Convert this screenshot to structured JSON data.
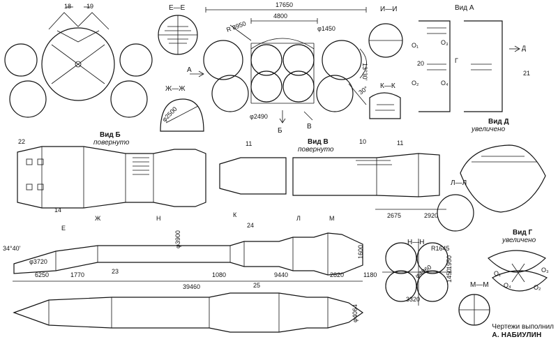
{
  "labels": {
    "top_left_callouts": [
      "18",
      "19"
    ],
    "section_e_e": "Е—Е",
    "section_zh_zh": "Ж—Ж",
    "dia_2500": "φ2500",
    "top_center_dims": {
      "overall_width": "17650",
      "center_width": "4800",
      "r_label": "R 8950",
      "dia_1450": "φ1450",
      "dia_2490": "φ2490",
      "angle_13_30": "13°30'",
      "angle_30": "30°",
      "a_left": "A",
      "b_bottom": "Б",
      "v_bottom": "В"
    },
    "section_i_i": "И—И",
    "section_k_k": "К—К",
    "view_a": "Вид А",
    "view_a_marks": [
      "О₁",
      "О₂",
      "О₃",
      "О₄",
      "Г",
      "Д",
      "20",
      "21"
    ],
    "view_b": "Вид Б",
    "view_b_sub": "повернуто",
    "view_v": "Вид В",
    "view_v_sub": "повернуто",
    "callouts_mid": [
      "22",
      "14",
      "11",
      "10",
      "11"
    ],
    "view_d": "Вид Д",
    "view_d_sub": "увеличено",
    "section_l_l": "Л—Л",
    "dims_mid": [
      "2675",
      "2920"
    ],
    "main_side": {
      "angle": "34°40'",
      "dia_3720": "φ3720",
      "dia_3900": "φ3900",
      "dims_bottom": [
        "6250",
        "1770",
        "1080",
        "9440",
        "2820",
        "1180"
      ],
      "overall": "39460",
      "callouts": [
        "23",
        "24",
        "25"
      ],
      "sections": [
        "Е",
        "Ж",
        "Н",
        "К",
        "Л",
        "М"
      ],
      "dim_1600": "1600"
    },
    "section_n_n": "Н—Н",
    "n_n_dims": [
      "R1645",
      "φ4960",
      "1450",
      "1950",
      "3320"
    ],
    "section_m_m": "М—М",
    "view_g": "Вид Г",
    "view_g_sub": "увеличено",
    "view_g_marks": [
      "О₁",
      "О₂",
      "О₃",
      "О₄"
    ],
    "dia_4064": "φ4064"
  },
  "footer": {
    "line1": "Чертежи выполнил",
    "line2": "А. НАБИУЛИН"
  }
}
